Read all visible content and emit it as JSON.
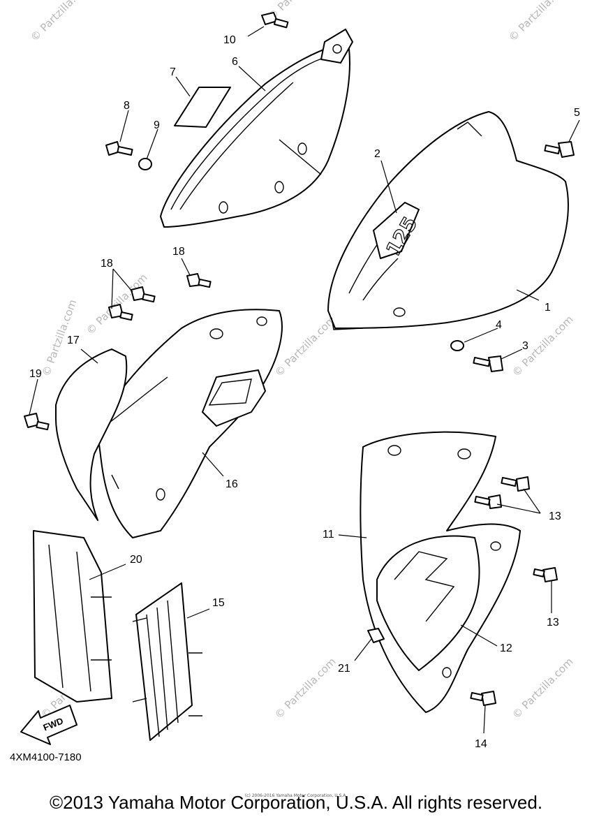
{
  "watermarks": [
    "© Partzilla.com",
    "© Partzilla.com",
    "© Partzilla.com",
    "© Partzilla.com",
    "© Partzilla.com",
    "© Partzilla.com",
    "© Partzilla.com",
    "© Partzilla.com",
    "© Partzilla.com",
    "© Partzilla.com"
  ],
  "callouts": [
    "1",
    "2",
    "3",
    "4",
    "5",
    "6",
    "7",
    "8",
    "9",
    "10",
    "11",
    "12",
    "13",
    "13",
    "14",
    "15",
    "16",
    "17",
    "18",
    "18",
    "19",
    "20",
    "21"
  ],
  "decal_text": "125",
  "fwd_label": "FWD",
  "diagram_code": "4XM4100-7180",
  "small_notice": "(c) 2006-2016 Yamaha Motor Corporation, U.S.A.",
  "copyright": "©2013 Yamaha Motor Corporation, U.S.A. All rights reserved."
}
